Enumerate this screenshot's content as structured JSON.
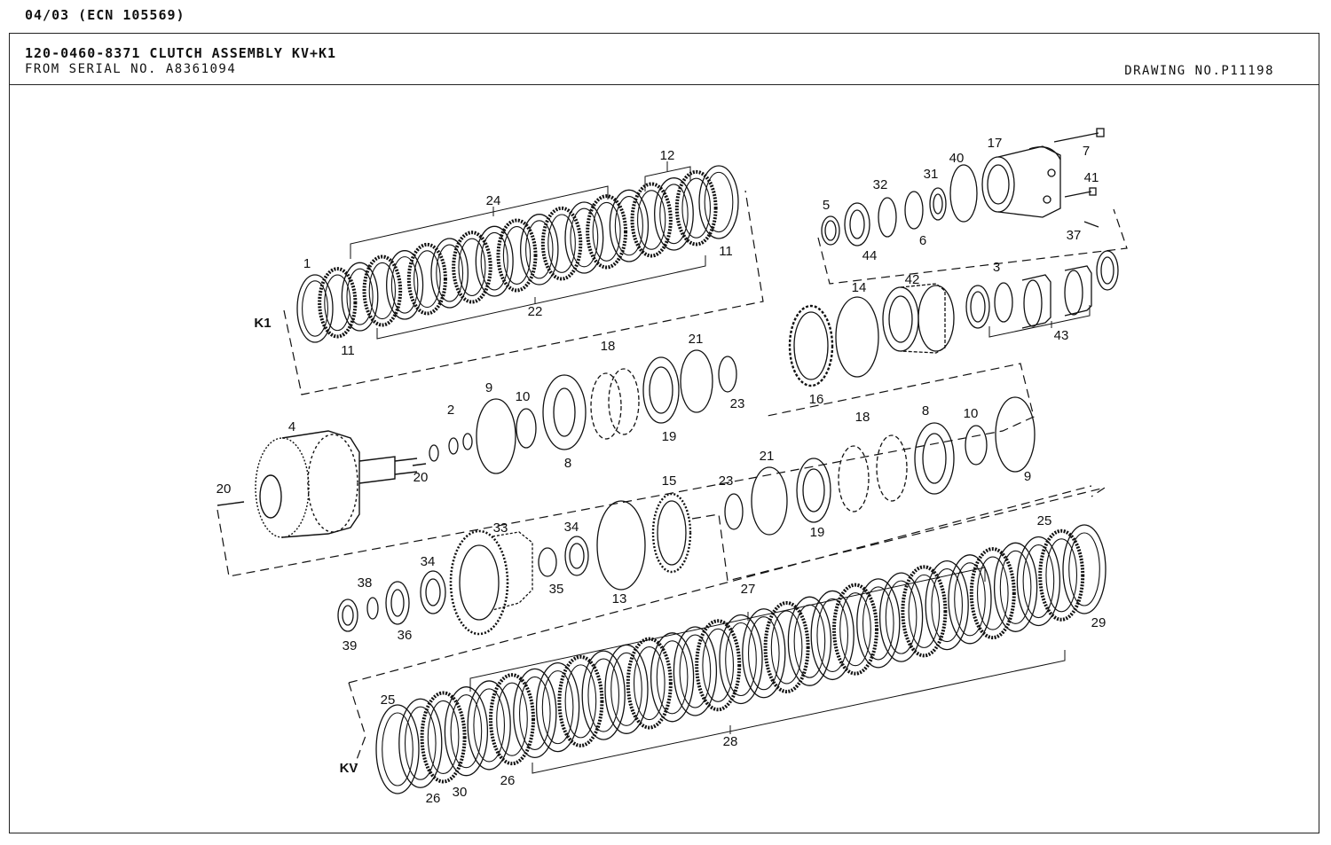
{
  "header": {
    "revision": "04/03 (ECN 105569)",
    "title": "120-0460-8371 CLUTCH ASSEMBLY KV+K1",
    "serial": "FROM SERIAL NO. A8361094",
    "drawing_no": "DRAWING NO.P11198"
  },
  "groups": {
    "k1": "K1",
    "kv": "KV"
  },
  "callouts": {
    "c12": "12",
    "c24": "24",
    "c1": "1",
    "c11a": "11",
    "c11b": "11",
    "c22": "22",
    "c17": "17",
    "c7": "7",
    "c40": "40",
    "c31": "31",
    "c32": "32",
    "c5": "5",
    "c41": "41",
    "c37": "37",
    "c6": "6",
    "c44": "44",
    "c14": "14",
    "c42": "42",
    "c3": "3",
    "c43": "43",
    "c16": "16",
    "c18a": "18",
    "c21a": "21",
    "c23a": "23",
    "c19a": "19",
    "c9a": "9",
    "c10a": "10",
    "c8a": "8",
    "c2": "2",
    "c20a": "20",
    "c4": "4",
    "c20b": "20",
    "c18b": "18",
    "c8b": "8",
    "c10b": "10",
    "c9b": "9",
    "c21b": "21",
    "c23b": "23",
    "c19b": "19",
    "c15": "15",
    "c34a": "34",
    "c33": "33",
    "c34b": "34",
    "c38": "38",
    "c35": "35",
    "c13": "13",
    "c36": "36",
    "c39": "39",
    "c25a": "25",
    "c27": "27",
    "c29": "29",
    "c25b": "25",
    "c28": "28",
    "c26a": "26",
    "c26b": "26",
    "c30": "30"
  }
}
